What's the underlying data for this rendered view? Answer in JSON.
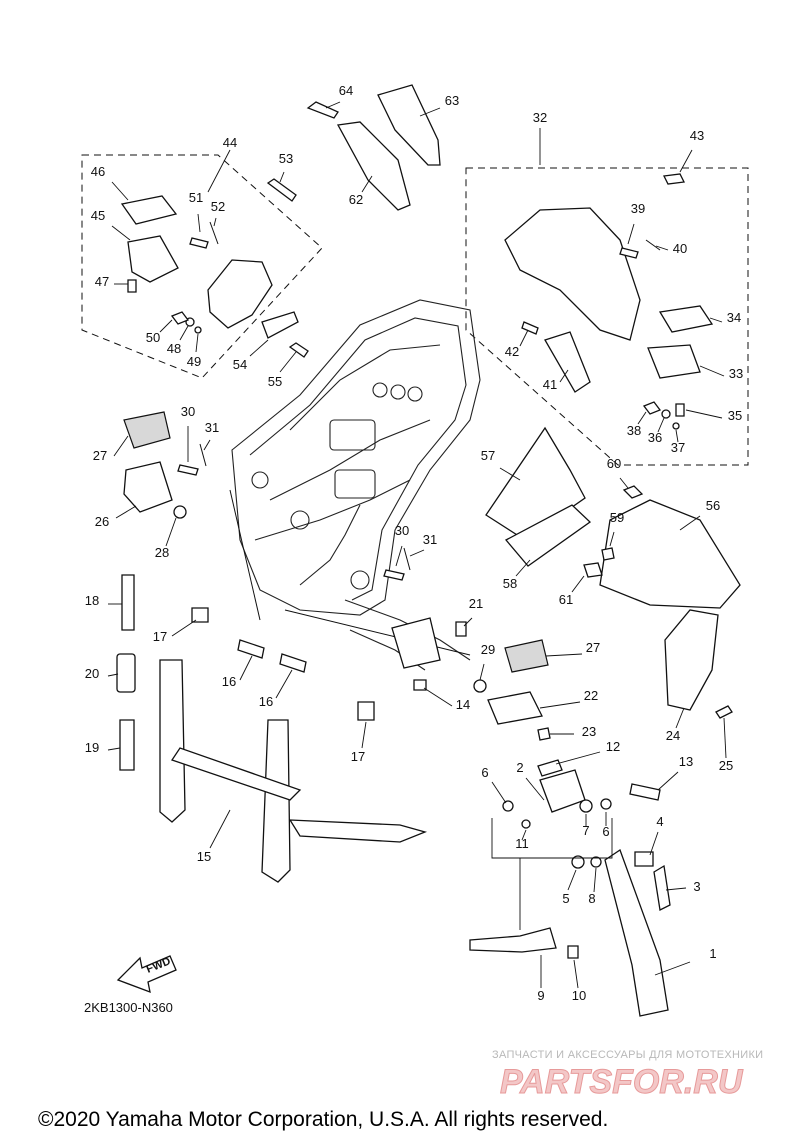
{
  "callouts": [
    {
      "n": "1"
    },
    {
      "n": "2"
    },
    {
      "n": "3"
    },
    {
      "n": "4"
    },
    {
      "n": "5"
    },
    {
      "n": "6"
    },
    {
      "n": "6"
    },
    {
      "n": "7"
    },
    {
      "n": "8"
    },
    {
      "n": "9"
    },
    {
      "n": "10"
    },
    {
      "n": "11"
    },
    {
      "n": "12"
    },
    {
      "n": "13"
    },
    {
      "n": "14"
    },
    {
      "n": "15"
    },
    {
      "n": "16"
    },
    {
      "n": "16"
    },
    {
      "n": "17"
    },
    {
      "n": "17"
    },
    {
      "n": "18"
    },
    {
      "n": "19"
    },
    {
      "n": "20"
    },
    {
      "n": "21"
    },
    {
      "n": "22"
    },
    {
      "n": "23"
    },
    {
      "n": "24"
    },
    {
      "n": "25"
    },
    {
      "n": "26"
    },
    {
      "n": "27"
    },
    {
      "n": "27"
    },
    {
      "n": "28"
    },
    {
      "n": "29"
    },
    {
      "n": "30"
    },
    {
      "n": "30"
    },
    {
      "n": "31"
    },
    {
      "n": "31"
    },
    {
      "n": "32"
    },
    {
      "n": "33"
    },
    {
      "n": "34"
    },
    {
      "n": "35"
    },
    {
      "n": "36"
    },
    {
      "n": "37"
    },
    {
      "n": "38"
    },
    {
      "n": "39"
    },
    {
      "n": "40"
    },
    {
      "n": "41"
    },
    {
      "n": "42"
    },
    {
      "n": "43"
    },
    {
      "n": "44"
    },
    {
      "n": "45"
    },
    {
      "n": "46"
    },
    {
      "n": "47"
    },
    {
      "n": "48"
    },
    {
      "n": "49"
    },
    {
      "n": "50"
    },
    {
      "n": "51"
    },
    {
      "n": "52"
    },
    {
      "n": "53"
    },
    {
      "n": "54"
    },
    {
      "n": "55"
    },
    {
      "n": "56"
    },
    {
      "n": "57"
    },
    {
      "n": "58"
    },
    {
      "n": "59"
    },
    {
      "n": "60"
    },
    {
      "n": "61"
    },
    {
      "n": "62"
    },
    {
      "n": "63"
    },
    {
      "n": "64"
    }
  ],
  "diagram_ref": "2KB1300-N360",
  "fwd_label": "FWD",
  "watermark": {
    "tagline": "ЗАПЧАСТИ И АКСЕССУАРЫ ДЛЯ МОТОТЕХНИКИ",
    "logo": "PARTSFOR.RU"
  },
  "copyright": "©2020 Yamaha Motor Corporation, U.S.A. All rights reserved."
}
